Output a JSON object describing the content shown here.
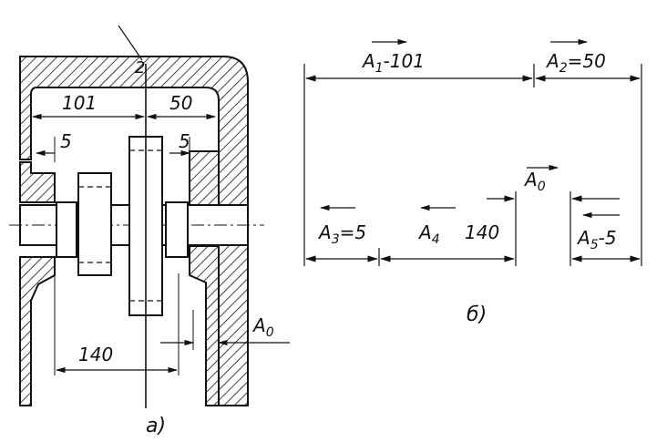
{
  "part_a": {
    "caption": "а)",
    "dim_101": "101",
    "dim_50": "50",
    "dim_5_left": "5",
    "dim_5_right": "5",
    "dim_140": "140",
    "dim_a0": "A",
    "dim_a0_sub": "0",
    "mark_2": "2"
  },
  "part_b": {
    "caption": "б)",
    "a1_main": "A",
    "a1_sub": "1",
    "a1_val": "-101",
    "a2_main": "A",
    "a2_sub": "2",
    "a2_val": "=50",
    "a0_main": "A",
    "a0_sub": "0",
    "a3_main": "A",
    "a3_sub": "3",
    "a3_val": "=5",
    "a4_main": "A",
    "a4_sub": "4",
    "a4_val": "140",
    "a5_main": "A",
    "a5_sub": "5",
    "a5_val": "-5"
  }
}
